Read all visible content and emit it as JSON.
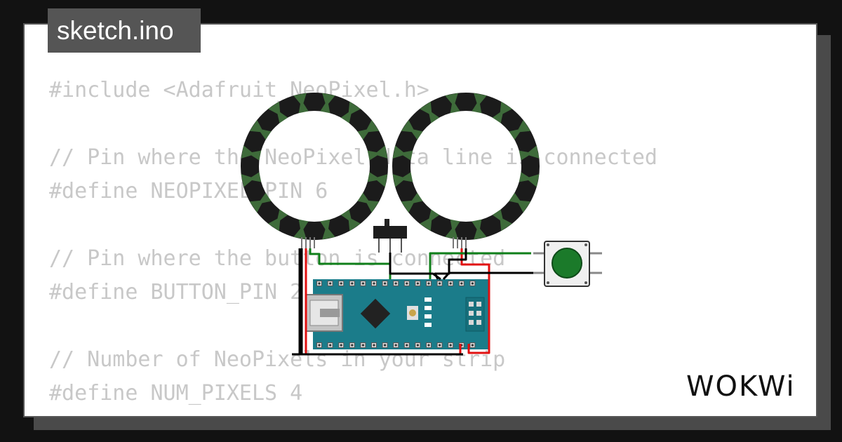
{
  "tab": {
    "label": "sketch.ino"
  },
  "code_lines": [
    "#include <Adafruit_NeoPixel.h>",
    "",
    "// Pin where the NeoPixel data line is connected",
    "#define NEOPIXEL_PIN 6",
    "",
    "// Pin where the button is connected",
    "#define BUTTON_PIN 2",
    "",
    "// Number of NeoPixels in your strip",
    "#define NUM_PIXELS 4"
  ],
  "logo": {
    "text": "WOKWi"
  },
  "colors": {
    "background": "#121212",
    "card": "#ffffff",
    "tab": "#555555",
    "code_text": "#c8c8c8",
    "ring": "#1b1b1b",
    "pixel_marker": "#3e6b3a",
    "board": "#1b7c8a",
    "button": "#1b7a2a",
    "wire_red": "#e11010",
    "wire_green": "#0f7f1a",
    "wire_black": "#000000"
  }
}
